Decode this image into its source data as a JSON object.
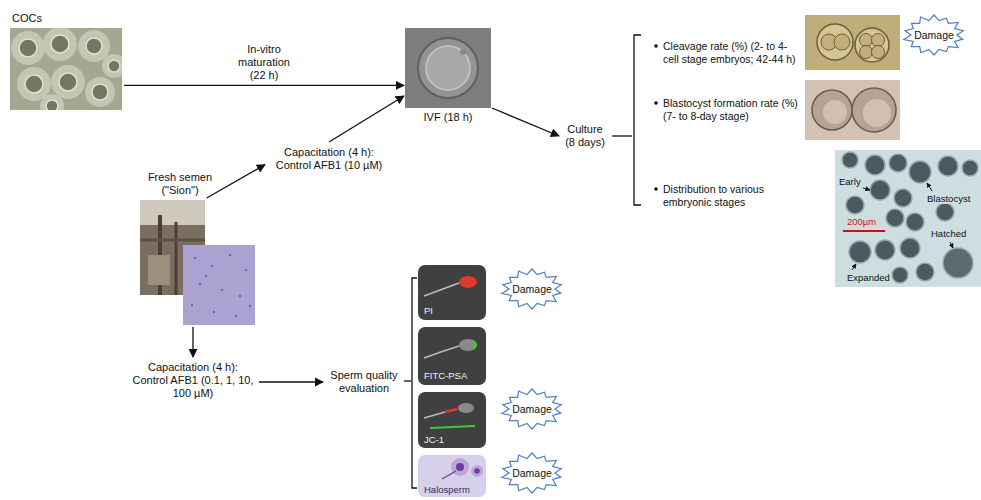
{
  "diagram": {
    "nodes": [
      {
        "text": [
          "COCs"
        ]
      },
      {
        "text": [
          "IVF (18 h)"
        ]
      },
      {
        "text": [
          "Culture (8 days)"
        ]
      },
      {
        "text": [
          "Damage"
        ]
      },
      {
        "text": [
          "Fresh semen (\"Sion\")"
        ]
      },
      {
        "text": [
          "Capacitation (4 h): Control AFB1 (10 µM)"
        ]
      },
      {
        "text": [
          "Capacitation (4 h): Control AFB1 (0.1, 1, 10, 100 µM)"
        ]
      },
      {
        "text": [
          "Sperm quality evaluation"
        ]
      },
      {
        "text": [
          "PI"
        ]
      },
      {
        "text": [
          "Damage"
        ]
      },
      {
        "text": [
          "FITC-PSA"
        ]
      },
      {
        "text": [
          "JC-1"
        ]
      },
      {
        "text": [
          "Damage"
        ]
      },
      {
        "text": [
          "Halosperm"
        ]
      },
      {
        "text": [
          "Damage"
        ]
      }
    ],
    "edges": [
      {
        "from": 0,
        "to": 1,
        "label": "In-vitro maturation (22 h)",
        "arrow": "to"
      },
      {
        "from": 4,
        "to": 5,
        "arrow": "to"
      },
      {
        "from": 5,
        "to": 1,
        "arrow": "to"
      },
      {
        "from": 1,
        "to": 2,
        "arrow": "to"
      },
      {
        "from": 4,
        "to": 6,
        "arrow": "to"
      },
      {
        "from": 6,
        "to": 7,
        "arrow": "to"
      }
    ],
    "labels": [
      "Cleavage rate (%) (2- to 4-cell stage embryos; 42-44 h)",
      "Blastocyst formation rate (%) (7- to 8-day stage)",
      "Distribution to various embryonic stages",
      "Early",
      "Blastocyst",
      "Hatched",
      "Expanded",
      "200µm"
    ]
  }
}
